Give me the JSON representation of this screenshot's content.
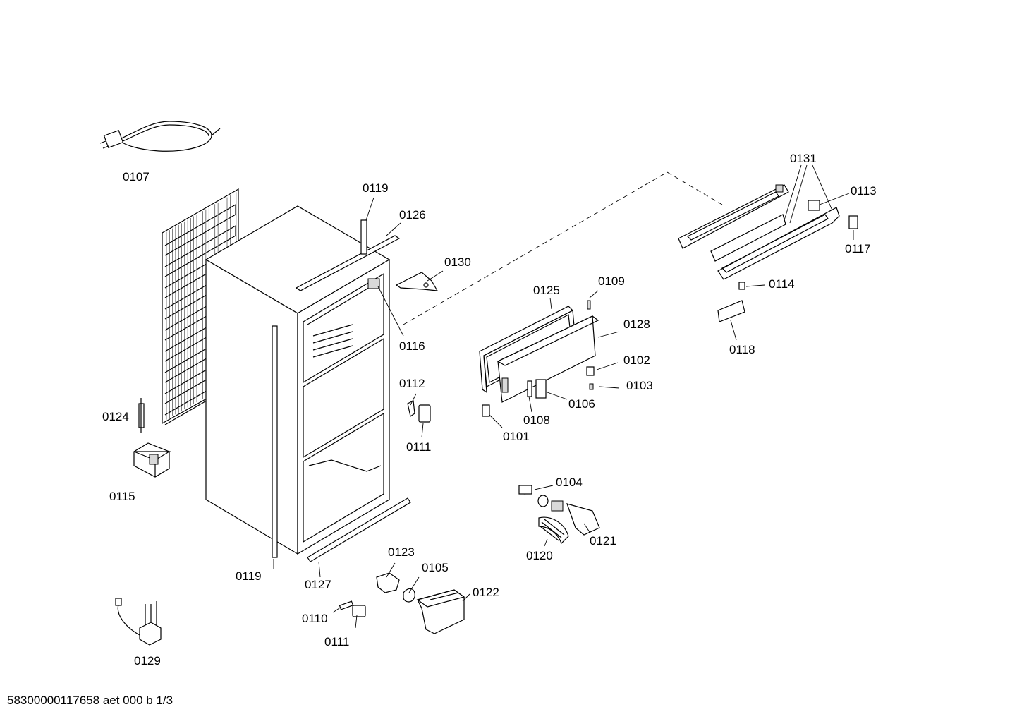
{
  "labels": {
    "p0107": "0107",
    "p0119_top": "0119",
    "p0126": "0126",
    "p0130": "0130",
    "p0116": "0116",
    "p0124": "0124",
    "p0115": "0115",
    "p0119_bottom": "0119",
    "p0127": "0127",
    "p0129": "0129",
    "p0112": "0112",
    "p0111_mid": "0111",
    "p0125": "0125",
    "p0109": "0109",
    "p0128": "0128",
    "p0102": "0102",
    "p0103": "0103",
    "p0106": "0106",
    "p0108": "0108",
    "p0101": "0101",
    "p0104": "0104",
    "p0121": "0121",
    "p0120": "0120",
    "p0123": "0123",
    "p0105": "0105",
    "p0122": "0122",
    "p0110": "0110",
    "p0111_bottom": "0111",
    "p0131": "0131",
    "p0113": "0113",
    "p0117": "0117",
    "p0114": "0114",
    "p0118": "0118"
  },
  "footer": "58300000117658 aet 000 b 1/3"
}
